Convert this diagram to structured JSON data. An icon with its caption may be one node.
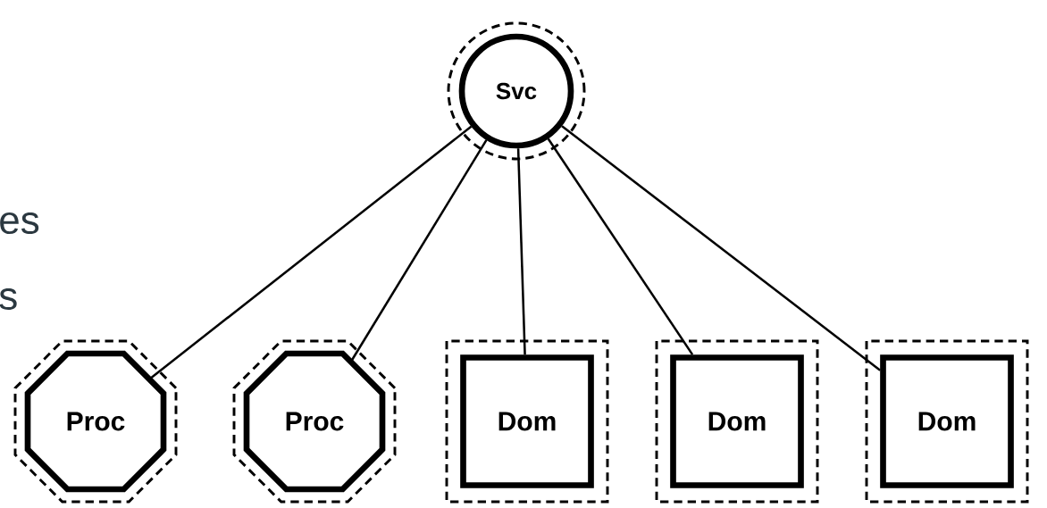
{
  "diagram": {
    "nodes": [
      {
        "text": [
          "Svc"
        ]
      },
      {
        "text": [
          "Proc"
        ]
      },
      {
        "text": [
          "Proc"
        ]
      },
      {
        "text": [
          "Dom"
        ]
      },
      {
        "text": [
          "Dom"
        ]
      },
      {
        "text": [
          "Dom"
        ]
      }
    ],
    "edges": [
      {
        "from": 0,
        "to": 1,
        "arrow": "none"
      },
      {
        "from": 0,
        "to": 2,
        "arrow": "none"
      },
      {
        "from": 0,
        "to": 3,
        "arrow": "none"
      },
      {
        "from": 0,
        "to": 4,
        "arrow": "none"
      },
      {
        "from": 0,
        "to": 5,
        "arrow": "none"
      }
    ],
    "labels": [
      "es",
      "s"
    ]
  }
}
